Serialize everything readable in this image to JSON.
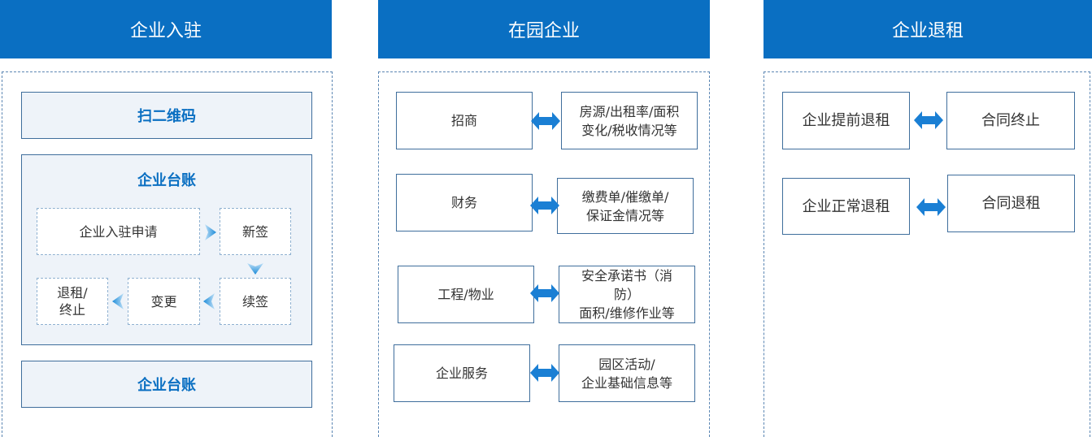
{
  "columns": {
    "entry": {
      "title": "企业入驻",
      "scan_qr": "扫二维码",
      "ledger": {
        "title": "企业台账",
        "apply": "企业入驻申请",
        "new_sign": "新签",
        "renew": "续签",
        "change": "变更",
        "terminate_line1": "退租/",
        "terminate_line2": "终止"
      },
      "ledger_bottom": "企业台账"
    },
    "park": {
      "title": "在园企业",
      "rows": [
        {
          "left": "招商",
          "right_line1": "房源/出租率/面积",
          "right_line2": "变化/税收情况等"
        },
        {
          "left": "财务",
          "right_line1": "缴费单/催缴单/",
          "right_line2": "保证金情况等"
        },
        {
          "left": "工程/物业",
          "right_line1": "安全承诺书（消",
          "right_line2": "防）",
          "right_line3": "面积/维修作业等"
        },
        {
          "left": "企业服务",
          "right_line1": "园区活动/",
          "right_line2": "企业基础信息等"
        }
      ]
    },
    "exit": {
      "title": "企业退租",
      "rows": [
        {
          "left": "企业提前退租",
          "right": "合同终止"
        },
        {
          "left": "企业正常退租",
          "right": "合同退租"
        }
      ]
    }
  },
  "colors": {
    "header_blue": "#0a6fc2",
    "arrow_blue": "#1a7fd4",
    "border": "#3f6e9c",
    "panel_fill": "#eef3f9"
  }
}
